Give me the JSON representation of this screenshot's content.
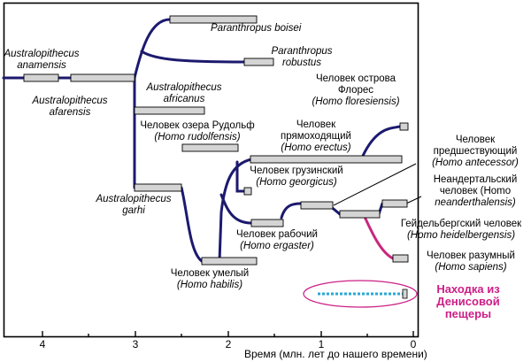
{
  "colors": {
    "lineage": "#1c1a6e",
    "sapiens_branch": "#c8287f",
    "denisova": "#cc1f86",
    "denisova_line": "#2aa9d6",
    "bar_fill": "#d4d4d4"
  },
  "species": {
    "anamensis": {
      "l1": "Australopithecus",
      "l2": "anamensis"
    },
    "afarensis": {
      "l1": "Australopithecus",
      "l2": "afarensis"
    },
    "boisei": {
      "l1": "Paranthropus boisei"
    },
    "robustus": {
      "l1": "Paranthropus",
      "l2": "robustus"
    },
    "africanus": {
      "l1": "Australopithecus",
      "l2": "africanus"
    },
    "rudolfensis": {
      "l1": "Человек озера Рудольф",
      "l2": "(Homo rudolfensis)"
    },
    "floresiensis": {
      "l1": "Человек острова",
      "l2": "Флорес",
      "l3": "(Homo floresiensis)"
    },
    "erectus": {
      "l1": "Человек",
      "l2": "прямоходящий",
      "l3": "(Homo erectus)"
    },
    "georgicus": {
      "l1": "Человек грузинский",
      "l2": "(Homo georgicus)"
    },
    "antecessor": {
      "l1": "Человек",
      "l2": "предшествующий",
      "l3": "(Homo antecessor)"
    },
    "neanderthalensis": {
      "l1": "Неандертальский",
      "l2": "человек (Homo",
      "l3": "neanderthalensis)"
    },
    "garhi": {
      "l1": "Australopithecus",
      "l2": "garhi"
    },
    "heidelbergensis": {
      "l1": "Гейдельбергский человек",
      "l2": "(Homo heidelbergensis)"
    },
    "ergaster": {
      "l1": "Человек рабочий",
      "l2": "(Homo ergaster)"
    },
    "sapiens": {
      "l1": "Человек разумный",
      "l2": "(Homo sapiens)"
    },
    "habilis": {
      "l1": "Человек умелый",
      "l2": "(Homo habilis)"
    }
  },
  "denisova": {
    "l1": "Находка из",
    "l2": "Денисовой",
    "l3": "пещеры"
  },
  "axis": {
    "ticks": [
      "4",
      "3",
      "2",
      "1",
      "0"
    ],
    "title": "Время (млн. лет до нашего времени)"
  }
}
